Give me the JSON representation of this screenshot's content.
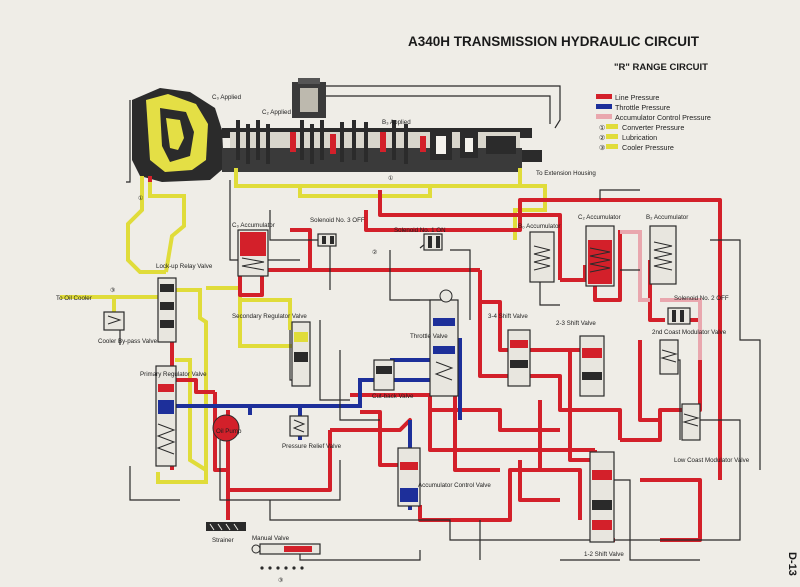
{
  "header": {
    "title": "A340H TRANSMISSION HYDRAULIC CIRCUIT",
    "subtitle": "\"R\" RANGE CIRCUIT",
    "page_number": "D-13"
  },
  "legend": {
    "items": [
      {
        "marker": "",
        "label": "Line Pressure",
        "color": "#d3202a"
      },
      {
        "marker": "",
        "label": "Throttle Pressure",
        "color": "#1d2f9a"
      },
      {
        "marker": "",
        "label": "Accumulator Control Pressure",
        "color": "#e9a7ae"
      },
      {
        "marker": "①",
        "label": "Converter Pressure",
        "color": "#e0dc3a"
      },
      {
        "marker": "②",
        "label": "Lubrication",
        "color": "#e0dc3a"
      },
      {
        "marker": "③",
        "label": "Cooler Pressure",
        "color": "#e0dc3a"
      }
    ]
  },
  "labels": {
    "c0_applied": "C₀ Applied",
    "c2_applied": "C₂ Applied",
    "b3_applied": "B₃ Applied",
    "to_extension_housing": "To Extension Housing",
    "c0_accumulator": "C₀ Accumulator",
    "solenoid_3": "Solenoid No. 3 OFF",
    "solenoid_1": "Solenoid No. 1 ON",
    "b0_accumulator": "B₀ Accumulator",
    "c2_accumulator": "C₂ Accumulator",
    "b2_accumulator": "B₂ Accumulator",
    "solenoid_2": "Solenoid No. 2 OFF",
    "lockup_relay": "Lock-up Relay Valve",
    "to_oil_cooler": "To Oil Cooler",
    "cooler_bypass": "Cooler By-pass Valve",
    "secondary_regulator": "Secondary Regulator Valve",
    "throttle_valve": "Throttle Valve",
    "shift_34": "3-4 Shift Valve",
    "shift_23": "2-3 Shift Valve",
    "second_coast_modulator": "2nd Coast Modulator Valve",
    "primary_regulator": "Primary Regulator Valve",
    "cutback": "Cut-back Valve",
    "oil_pump": "Oil Pump",
    "pressure_relief": "Pressure Relief Valve",
    "low_coast_modulator": "Low Coast Modulator Valve",
    "accumulator_control": "Accumulator Control Valve",
    "strainer": "Strainer",
    "manual_valve": "Manual Valve",
    "shift_12": "1-2 Shift Valve",
    "circ1a": "①",
    "circ1b": "①",
    "circ2": "②",
    "circ3": "③",
    "circ3b": "③"
  }
}
